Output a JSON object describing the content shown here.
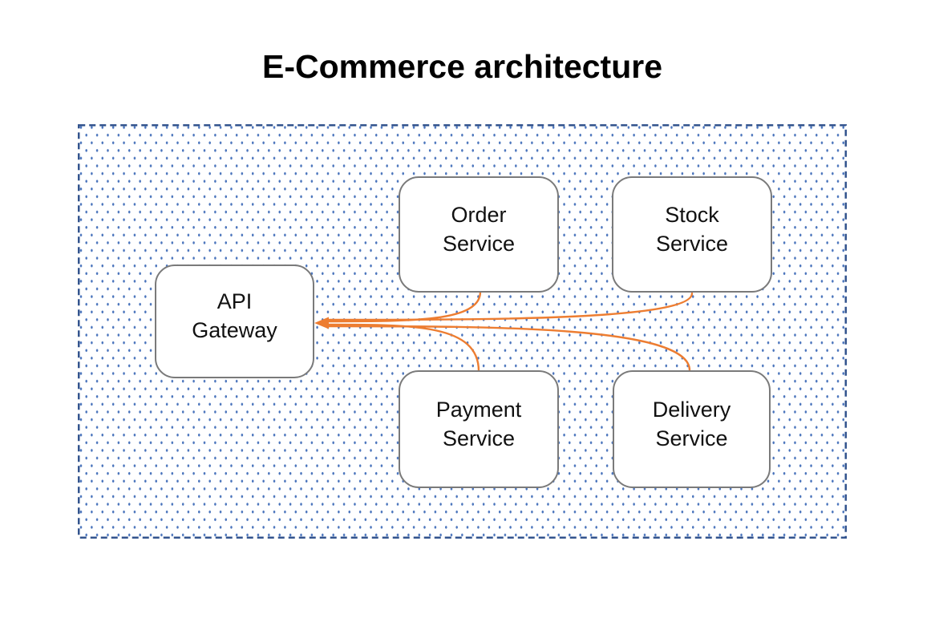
{
  "title": "E-Commerce architecture",
  "diagram": {
    "nodes": {
      "api_gateway": {
        "label": "API\nGateway"
      },
      "order_service": {
        "label": "Order\nService"
      },
      "stock_service": {
        "label": "Stock\nService"
      },
      "payment_service": {
        "label": "Payment\nService"
      },
      "delivery_service": {
        "label": "Delivery\nService"
      }
    },
    "edges": [
      {
        "from": "Order Service",
        "to": "API Gateway"
      },
      {
        "from": "Stock Service",
        "to": "API Gateway"
      },
      {
        "from": "Payment Service",
        "to": "API Gateway"
      },
      {
        "from": "Delivery Service",
        "to": "API Gateway"
      }
    ]
  },
  "colors": {
    "connector": "#ED7D31",
    "node_border": "#7A7A7A",
    "frame_border": "#33548E",
    "pattern_dot": "#4A74BC",
    "title_text": "#000000"
  }
}
